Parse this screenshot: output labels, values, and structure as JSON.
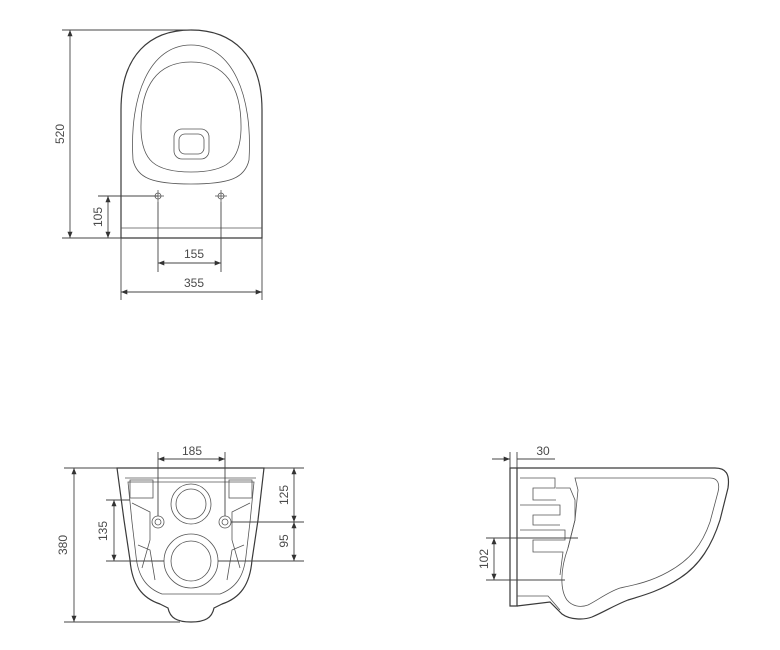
{
  "top_view": {
    "height_label": "520",
    "hole_height_label": "105",
    "hole_spacing_label": "155",
    "width_label": "355"
  },
  "rear_view": {
    "top_width_label": "185",
    "height_label": "380",
    "inner_left_label": "135",
    "upper_right_label": "125",
    "lower_right_label": "95"
  },
  "side_view": {
    "depth_label": "30",
    "inlet_label": "102"
  }
}
